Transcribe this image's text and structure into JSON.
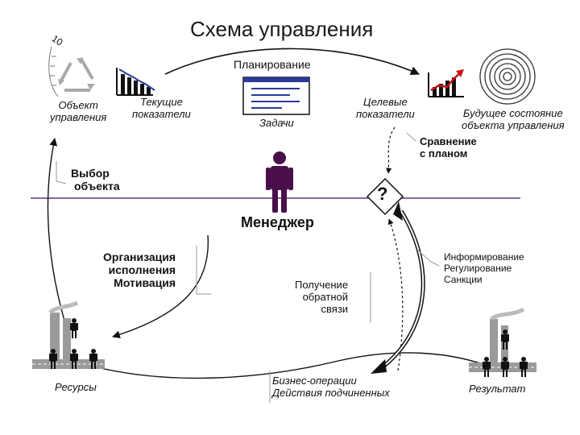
{
  "title": "Схема управления",
  "nodes": {
    "object": [
      "Объект",
      "управления"
    ],
    "current_indicators": [
      "Текущие",
      "показатели"
    ],
    "planning": "Планирование",
    "tasks": "Задачи",
    "target_indicators": [
      "Целевые",
      "показатели"
    ],
    "future_state": [
      "Будущее состояние",
      "объекта управления"
    ],
    "comparison": [
      "Сравнение",
      "с планом"
    ],
    "object_choice": [
      "Выбор",
      "объекта"
    ],
    "question_mark": "?",
    "manager": "Менеджер",
    "organization": [
      "Организация",
      "исполнения",
      "Мотивация"
    ],
    "feedback": [
      "Получение",
      "обратной",
      "связи"
    ],
    "informing": [
      "Информирование",
      "Регулирование",
      "Санкции"
    ],
    "resources": "Ресурсы",
    "business_ops": [
      "Бизнес-операции",
      "Действия подчиненных"
    ],
    "result": "Результат",
    "gauge_number": "10"
  },
  "colors": {
    "manager_figure": "#4a0f4a",
    "divider_line": "#5a3a7a",
    "chart_up": "#cc1111",
    "arrow": "#111111",
    "factory": "#9a9a9a"
  }
}
